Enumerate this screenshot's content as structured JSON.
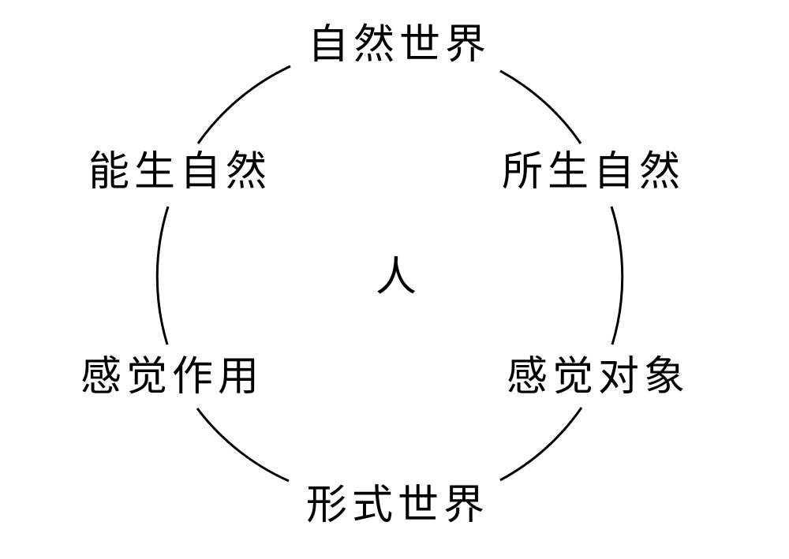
{
  "diagram": {
    "center": "人",
    "nodes": {
      "top": "自然世界",
      "upper_left": "能生自然",
      "upper_right": "所生自然",
      "lower_left": "感觉作用",
      "lower_right": "感觉对象",
      "bottom": "形式世界"
    },
    "stroke_color": "#000000",
    "text_color": "#000000",
    "background": "#ffffff"
  }
}
